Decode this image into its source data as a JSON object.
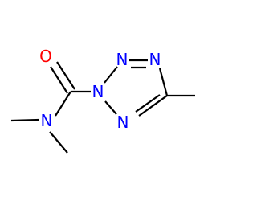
{
  "molecule": {
    "atoms": {
      "O1": {
        "label": "O"
      },
      "N_amide": {
        "label": "N"
      },
      "N1": {
        "label": "N"
      },
      "N2": {
        "label": "N"
      },
      "N3": {
        "label": "N"
      },
      "N4": {
        "label": "N"
      }
    }
  },
  "colors": {
    "oxygen": "#ff0000",
    "nitrogen": "#0000ff",
    "bond": "#000000",
    "background": "#ffffff"
  }
}
